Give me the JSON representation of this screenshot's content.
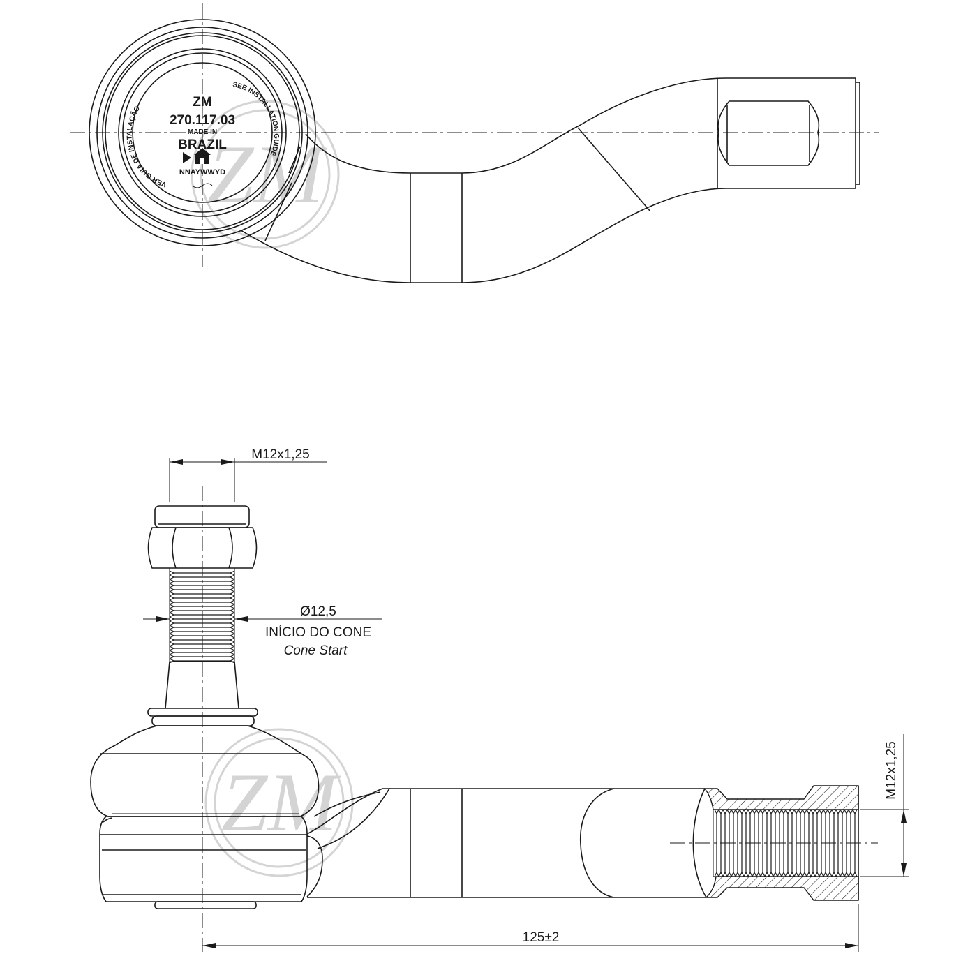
{
  "stamp": {
    "brand": "ZM",
    "part_number": "270.117.03",
    "made_in": "MADE IN",
    "country": "BRAZIL",
    "date_code": "NNAYWWYD",
    "ring_left": "VER GUIA DE INSTALAÇÃO",
    "ring_right": "SEE INSTALLATION GUIDE"
  },
  "dimensions": {
    "stud_thread": "M12x1,25",
    "cone_diameter": "Ø12,5",
    "cone_start_pt": "INÍCIO DO CONE",
    "cone_start_en": "Cone Start",
    "internal_thread": "M12x1,25",
    "overall_length": "125±2"
  },
  "watermark": {
    "logo_text": "ZM",
    "color": "#d4d4d4"
  },
  "colors": {
    "line": "#1a1a1a",
    "background": "#ffffff"
  }
}
